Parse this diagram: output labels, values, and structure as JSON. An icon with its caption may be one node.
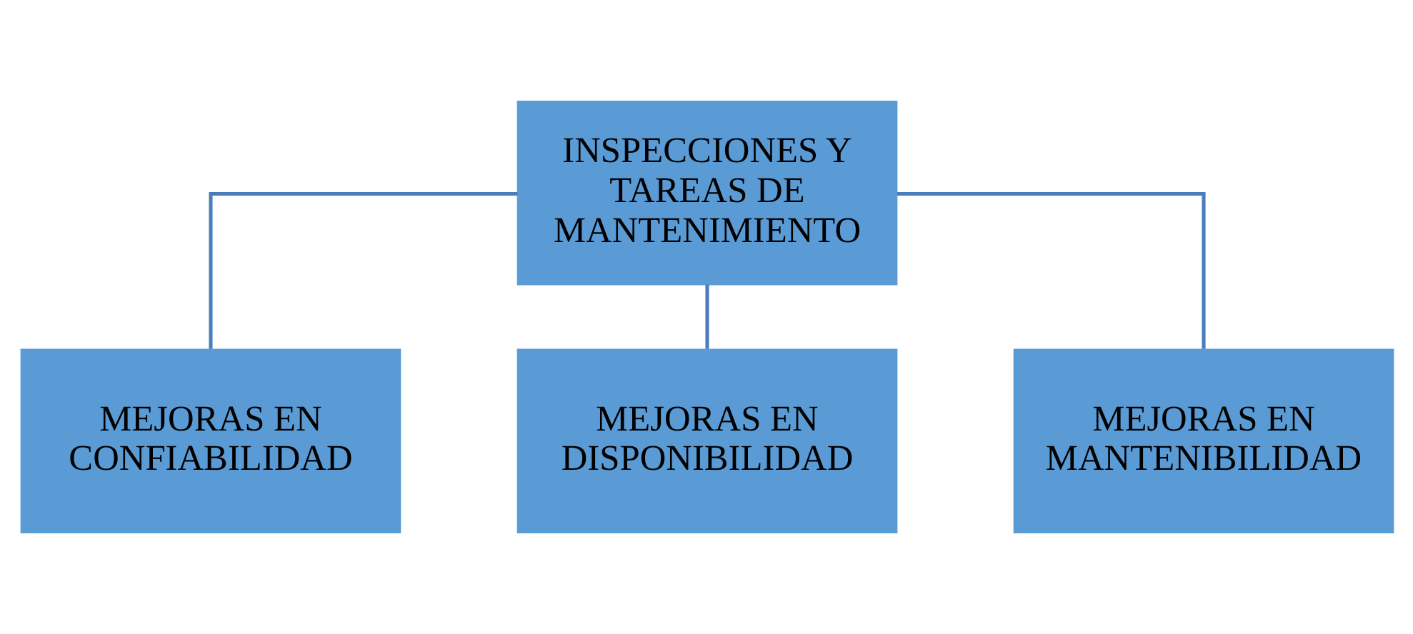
{
  "diagram": {
    "nodes": [
      {
        "text": [
          "INSPECCIONES Y TAREAS DE MANTENIMIENTO"
        ]
      },
      {
        "text": [
          "MEJORAS EN CONFIABILIDAD"
        ]
      },
      {
        "text": [
          "MEJORAS EN DISPONIBILIDAD"
        ]
      },
      {
        "text": [
          "MEJORAS EN MANTENIBILIDAD"
        ]
      }
    ],
    "edges": [
      {
        "from": 0,
        "to": 1,
        "arrow": "none"
      },
      {
        "from": 0,
        "to": 2,
        "arrow": "none"
      },
      {
        "from": 0,
        "to": 3,
        "arrow": "none"
      }
    ]
  }
}
